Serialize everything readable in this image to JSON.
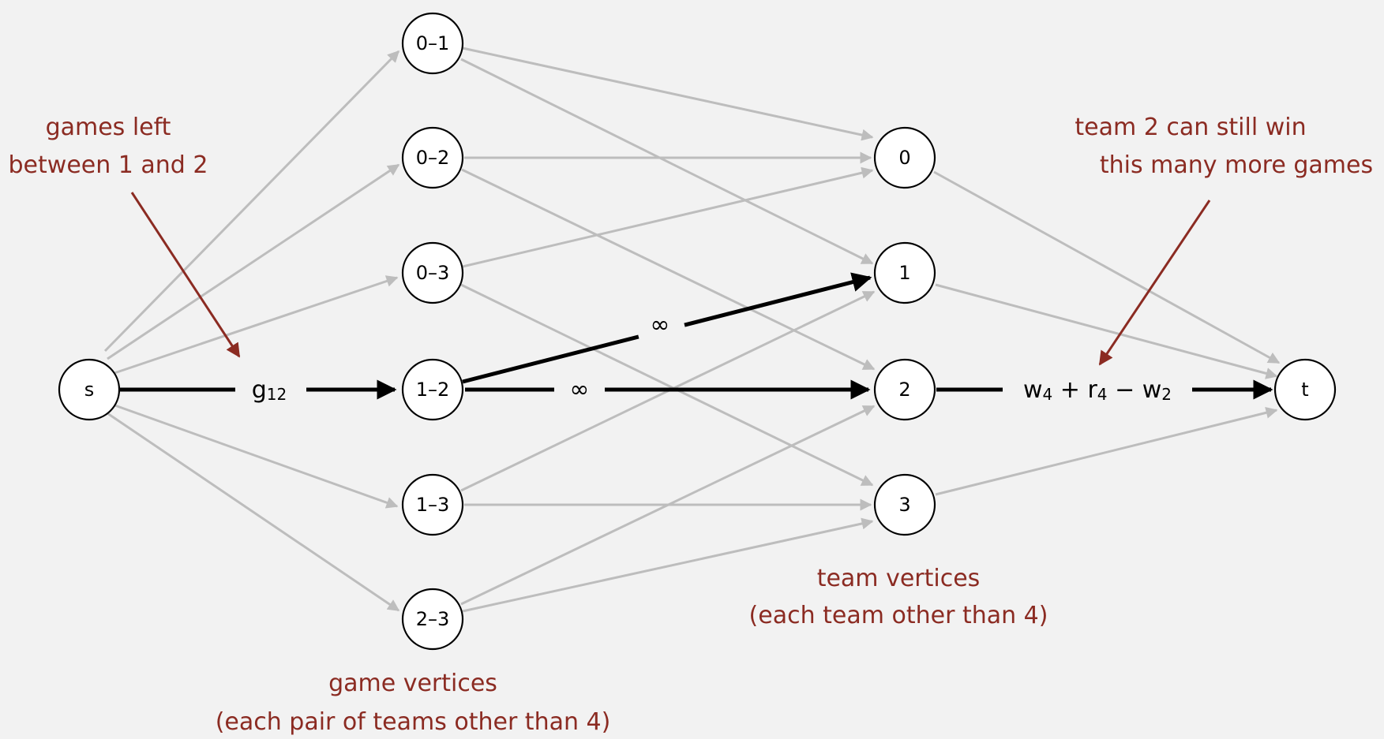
{
  "nodes": {
    "s": "s",
    "g01": "0–1",
    "g02": "0–2",
    "g03": "0–3",
    "g12": "1–2",
    "g13": "1–3",
    "g23": "2–3",
    "t0": "0",
    "t1": "1",
    "t2": "2",
    "t3": "3",
    "t": "t"
  },
  "edge_labels": {
    "s_to_g12_base": "g",
    "s_to_g12_sub": "12",
    "g12_to_t1": "∞",
    "g12_to_t2": "∞",
    "t2_to_t": {
      "w": "w",
      "w_sub": "4",
      "plus": " + ",
      "r": "r",
      "r_sub": "4",
      "minus": " − ",
      "w2": "w",
      "w2_sub": "2"
    }
  },
  "annotations": {
    "games_left_line1": "games left",
    "games_left_line2": "between 1 and 2",
    "team2_line1": "team 2 can still win",
    "team2_line2": "this many more games",
    "team_vertices_line1": "team vertices",
    "team_vertices_line2": "(each team other than 4)",
    "game_vertices_line1": "game vertices",
    "game_vertices_line2": "(each pair of teams other than 4)"
  },
  "colors": {
    "background": "#f2f2f2",
    "gray_edge": "#bdbdbd",
    "highlight_edge": "#000000",
    "annotation": "#8b2b22"
  }
}
